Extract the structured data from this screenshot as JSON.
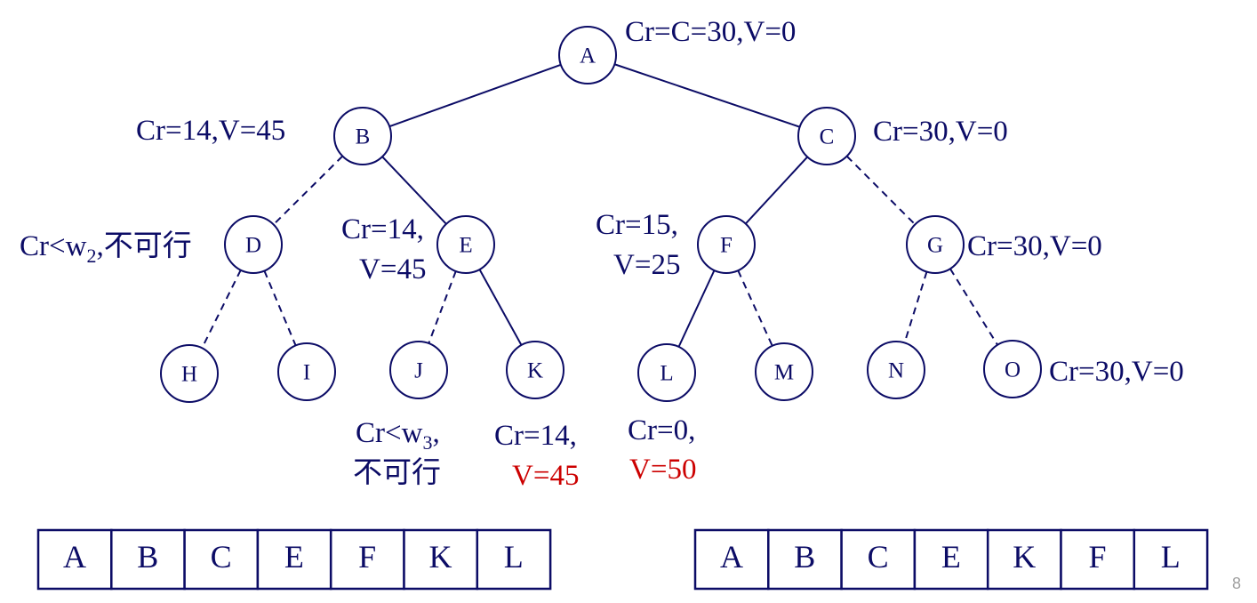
{
  "colors": {
    "ink": "#0c0c66",
    "highlight": "#cc0000",
    "page_number": "#a0a0a0"
  },
  "tree": {
    "nodes": [
      {
        "id": "A",
        "label": "A"
      },
      {
        "id": "B",
        "label": "B"
      },
      {
        "id": "C",
        "label": "C"
      },
      {
        "id": "D",
        "label": "D"
      },
      {
        "id": "E",
        "label": "E"
      },
      {
        "id": "F",
        "label": "F"
      },
      {
        "id": "G",
        "label": "G"
      },
      {
        "id": "H",
        "label": "H"
      },
      {
        "id": "I",
        "label": "I"
      },
      {
        "id": "J",
        "label": "J"
      },
      {
        "id": "K",
        "label": "K"
      },
      {
        "id": "L",
        "label": "L"
      },
      {
        "id": "M",
        "label": "M"
      },
      {
        "id": "N",
        "label": "N"
      },
      {
        "id": "O",
        "label": "O"
      }
    ],
    "edges": [
      {
        "from": "A",
        "to": "B",
        "style": "solid"
      },
      {
        "from": "A",
        "to": "C",
        "style": "solid"
      },
      {
        "from": "B",
        "to": "D",
        "style": "dashed"
      },
      {
        "from": "B",
        "to": "E",
        "style": "solid"
      },
      {
        "from": "C",
        "to": "F",
        "style": "solid"
      },
      {
        "from": "C",
        "to": "G",
        "style": "dashed"
      },
      {
        "from": "D",
        "to": "H",
        "style": "dashed"
      },
      {
        "from": "D",
        "to": "I",
        "style": "dashed"
      },
      {
        "from": "E",
        "to": "J",
        "style": "dashed"
      },
      {
        "from": "E",
        "to": "K",
        "style": "solid"
      },
      {
        "from": "F",
        "to": "L",
        "style": "solid"
      },
      {
        "from": "F",
        "to": "M",
        "style": "dashed"
      },
      {
        "from": "G",
        "to": "N",
        "style": "dashed"
      },
      {
        "from": "G",
        "to": "O",
        "style": "dashed"
      }
    ]
  },
  "annotations": {
    "A": {
      "lines": [
        {
          "text": "Cr=C=30,V=0"
        }
      ]
    },
    "B": {
      "lines": [
        {
          "text": "Cr=14,V=45"
        }
      ]
    },
    "C": {
      "lines": [
        {
          "text": "Cr=30,V=0"
        }
      ]
    },
    "D": {
      "lines": [
        {
          "pre": "Cr<w",
          "sub": "2",
          "post": ",不可行"
        }
      ]
    },
    "E": {
      "lines": [
        {
          "text": "Cr=14,"
        },
        {
          "text": "V=45"
        }
      ]
    },
    "F": {
      "lines": [
        {
          "text": "Cr=15,"
        },
        {
          "text": "V=25"
        }
      ]
    },
    "G": {
      "lines": [
        {
          "text": "Cr=30,V=0"
        }
      ]
    },
    "O": {
      "lines": [
        {
          "text": "Cr=30,V=0"
        }
      ]
    },
    "J": {
      "lines": [
        {
          "pre": "Cr<w",
          "sub": "3",
          "post": ","
        },
        {
          "text": "不可行"
        }
      ]
    },
    "K": {
      "lines": [
        {
          "text": "Cr=14,"
        },
        {
          "text": "V=45",
          "highlight": true
        }
      ]
    },
    "L": {
      "lines": [
        {
          "text": "Cr=0,"
        },
        {
          "text": "V=50",
          "highlight": true
        }
      ]
    }
  },
  "sequences": {
    "left": [
      "A",
      "B",
      "C",
      "E",
      "F",
      "K",
      "L"
    ],
    "right": [
      "A",
      "B",
      "C",
      "E",
      "K",
      "F",
      "L"
    ]
  },
  "page_number": "8"
}
